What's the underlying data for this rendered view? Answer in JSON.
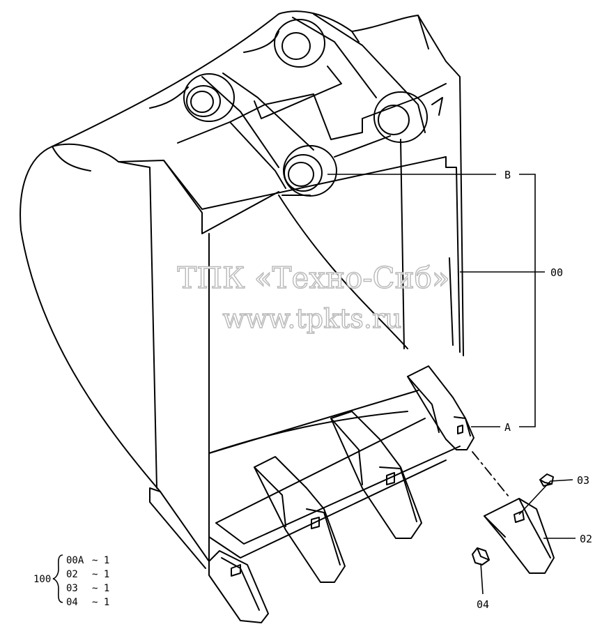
{
  "callouts": {
    "b": "B",
    "a": "A",
    "c00": "00",
    "c03": "03",
    "c02": "02",
    "c04": "04"
  },
  "watermark": {
    "line1": "ТПК «Техно-Сиб»",
    "line2": "www.tpkts.ru"
  },
  "parts_list": {
    "assembly": "100",
    "rows": [
      {
        "code": "00A",
        "qty": "~ 1"
      },
      {
        "code": "02",
        "qty": "~ 1"
      },
      {
        "code": "03",
        "qty": "~ 1"
      },
      {
        "code": "04",
        "qty": "~ 1"
      }
    ]
  },
  "colors": {
    "ink": "#000000",
    "watermark": "#b8b8b8"
  }
}
